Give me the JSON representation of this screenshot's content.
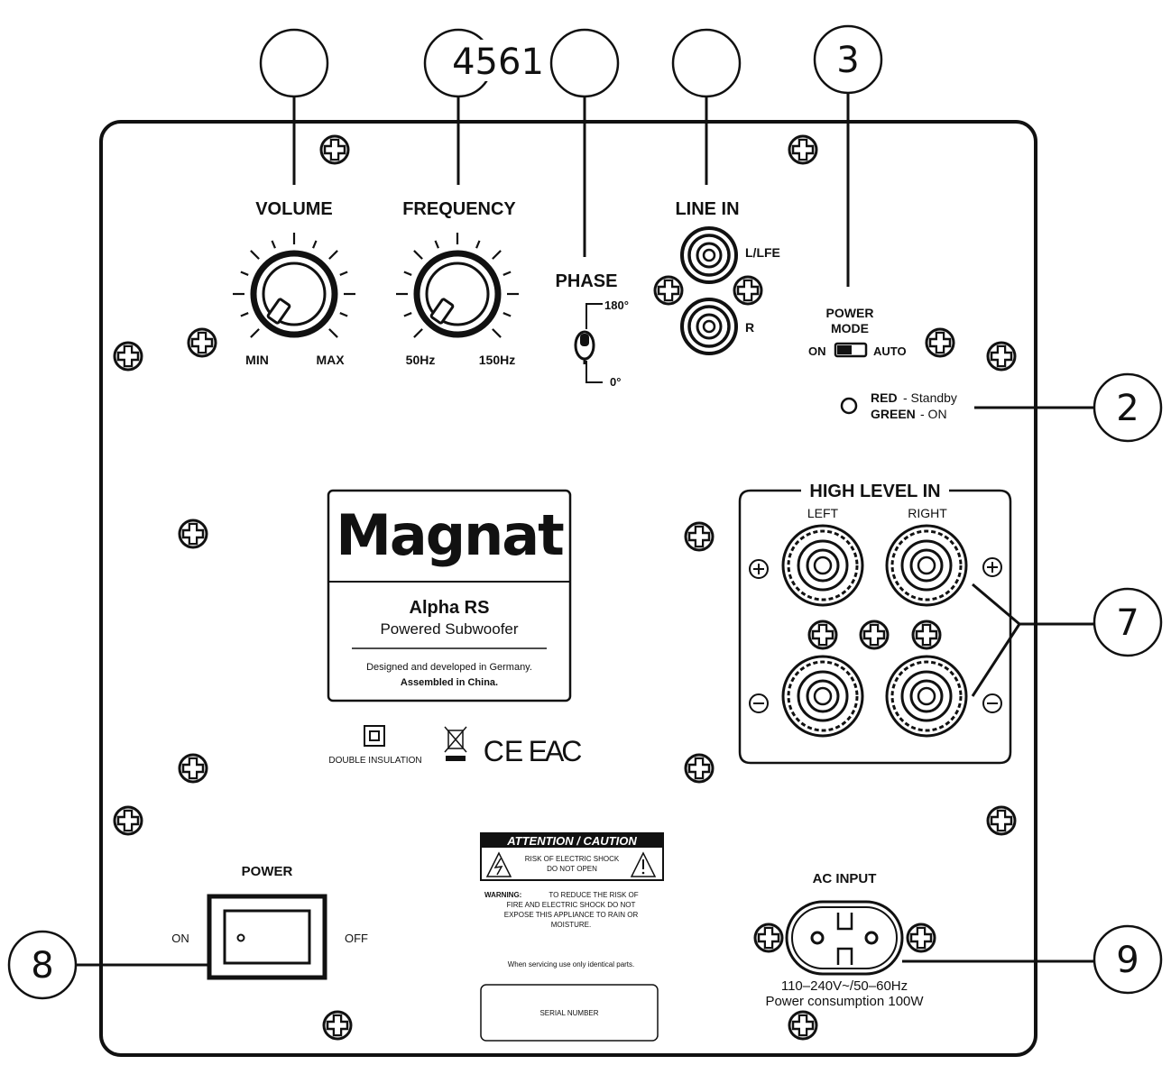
{
  "callouts": {
    "knobs_number": "4561",
    "power_mode": "3",
    "led": "2",
    "high_level": "7",
    "power_switch": "8",
    "ac_input": "9"
  },
  "controls": {
    "volume": {
      "label": "VOLUME",
      "min": "MIN",
      "max": "MAX"
    },
    "frequency": {
      "label": "FREQUENCY",
      "min": "50Hz",
      "max": "150Hz"
    },
    "phase": {
      "label": "PHASE",
      "top": "180°",
      "bottom": "0°"
    },
    "line_in": {
      "label": "LINE IN",
      "left": "L/LFE",
      "right": "R"
    },
    "power_mode": {
      "label_line1": "POWER",
      "label_line2": "MODE",
      "on": "ON",
      "auto": "AUTO"
    },
    "led": {
      "red": "RED",
      "red_text": "- Standby",
      "green": "GREEN",
      "green_text": "- ON"
    }
  },
  "badge": {
    "brand": "Magnat",
    "model": "Alpha RS",
    "type": "Powered Subwoofer",
    "designed": "Designed and developed in Germany.",
    "assembled": "Assembled in China."
  },
  "certs": {
    "double_insulation": "DOUBLE INSULATION",
    "ce": "CE",
    "eac": "EAC"
  },
  "high_level": {
    "title": "HIGH LEVEL IN",
    "left": "LEFT",
    "right": "RIGHT"
  },
  "power": {
    "label": "POWER",
    "on": "ON",
    "off": "OFF"
  },
  "caution": {
    "title": "ATTENTION / CAUTION",
    "line1": "RISK OF ELECTRIC SHOCK",
    "line2": "DO NOT OPEN",
    "warning_label": "WARNING:",
    "warning1": "TO REDUCE THE RISK OF",
    "warning2": "FIRE AND ELECTRIC SHOCK DO NOT",
    "warning3": "EXPOSE THIS APPLIANCE TO RAIN OR",
    "warning4": "MOISTURE.",
    "servicing": "When servicing use only identical parts.",
    "serial": "SERIAL NUMBER"
  },
  "ac": {
    "label": "AC INPUT",
    "spec1": "110–240V~/50–60Hz",
    "spec2": "Power consumption 100W"
  }
}
